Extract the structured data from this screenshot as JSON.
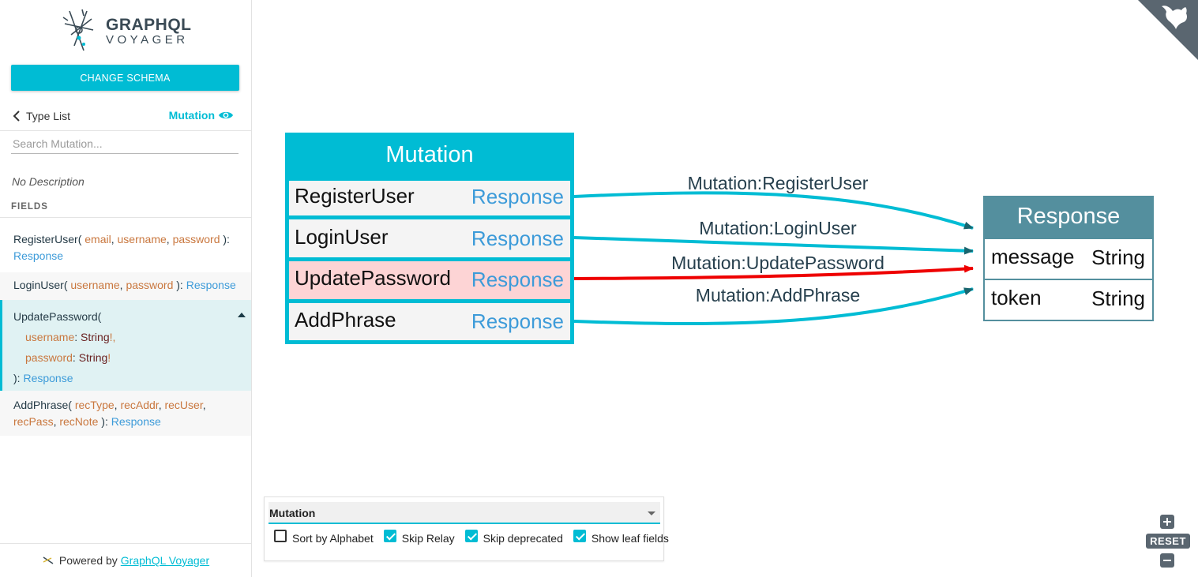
{
  "logo": {
    "line1": "GRAPHQL",
    "line2": "VOYAGER"
  },
  "sidebar": {
    "change_schema_label": "CHANGE SCHEMA",
    "back_label": "Type List",
    "current_type": "Mutation",
    "search_placeholder": "Search Mutation...",
    "description": "No Description",
    "fields_header": "FIELDS",
    "fields": [
      {
        "name": "RegisterUser",
        "open": "( ",
        "args": [
          "email",
          "username",
          "password"
        ],
        "close": " ):",
        "type": "Response"
      },
      {
        "name": "LoginUser",
        "open": "( ",
        "args": [
          "username",
          "password"
        ],
        "close": " ): ",
        "type": "Response"
      },
      {
        "name": "UpdatePassword",
        "open": "(",
        "args": [
          {
            "name": "username",
            "type": "String",
            "bang": "!,"
          },
          {
            "name": "password",
            "type": "String",
            "bang": "!"
          }
        ],
        "close": "): ",
        "type": "Response"
      },
      {
        "name": "AddPhrase",
        "open": "( ",
        "args": [
          "recType",
          "recAddr",
          "recUser",
          "recPass",
          "recNote"
        ],
        "close": " ): ",
        "type": "Response"
      }
    ],
    "footer_prefix": "Powered by",
    "footer_link": "GraphQL Voyager"
  },
  "graph": {
    "mutation_node": {
      "title": "Mutation",
      "fields": [
        {
          "name": "RegisterUser",
          "type": "Response"
        },
        {
          "name": "LoginUser",
          "type": "Response"
        },
        {
          "name": "UpdatePassword",
          "type": "Response"
        },
        {
          "name": "AddPhrase",
          "type": "Response"
        }
      ]
    },
    "response_node": {
      "title": "Response",
      "fields": [
        {
          "name": "message",
          "type": "String"
        },
        {
          "name": "token",
          "type": "String"
        }
      ]
    },
    "edges": [
      {
        "label": "Mutation:RegisterUser"
      },
      {
        "label": "Mutation:LoginUser"
      },
      {
        "label": "Mutation:UpdatePassword",
        "highlighted": true
      },
      {
        "label": "Mutation:AddPhrase"
      }
    ]
  },
  "settings": {
    "root_select": "Mutation",
    "options": [
      {
        "label": "Sort by Alphabet",
        "checked": false
      },
      {
        "label": "Skip Relay",
        "checked": true
      },
      {
        "label": "Skip deprecated",
        "checked": true
      },
      {
        "label": "Show leaf fields",
        "checked": true
      }
    ]
  },
  "zoom": {
    "reset_label": "RESET"
  },
  "colors": {
    "accent": "#00bcd4",
    "response_header": "#548f9e",
    "highlight_edge": "#ee0000",
    "selected_row": "#fdd4d5"
  }
}
